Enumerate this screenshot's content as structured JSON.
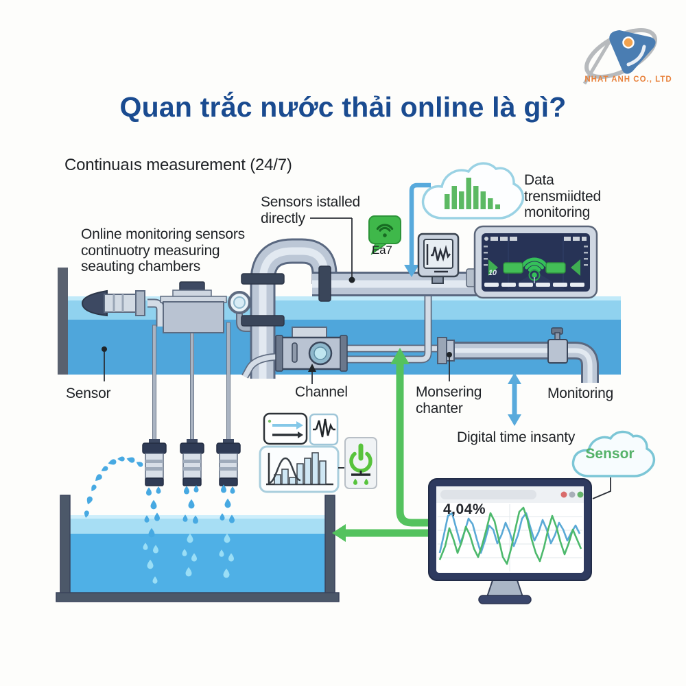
{
  "brand": {
    "company_name": "NHAT ANH CO., LTD"
  },
  "header": {
    "title": "Quan trắc nước thải online là gì?"
  },
  "diagram": {
    "subtitle": "Continuaıs measurement (24/7)",
    "labels": {
      "online_monitoring": "Online monitoring sensors\ncontinuotry measuring\nseauting chambers",
      "sensors_installed": "Sensors istalled\ndirectly",
      "data_transmitted": "Data\ntrensmiidted\nmonitoring",
      "badge_caption": "Ea7",
      "sensor": "Sensor",
      "channel": "Channel",
      "monitoring_chamber": "Monsering\nchanter",
      "monitoring": "Monitoring",
      "digital_time": "Digital time insanty",
      "sensor_cloud": "Sensor"
    },
    "displays": {
      "dashboard_value": "10",
      "web_value": "4,04%"
    },
    "colors": {
      "title_blue": "#1a4b90",
      "water_light": "#90d2ef",
      "water_dark": "#4fa6db",
      "green": "#4cc05c",
      "arrow_blue": "#58aadc",
      "brand_orange": "#e8823c",
      "screen_navy": "#273356"
    }
  }
}
